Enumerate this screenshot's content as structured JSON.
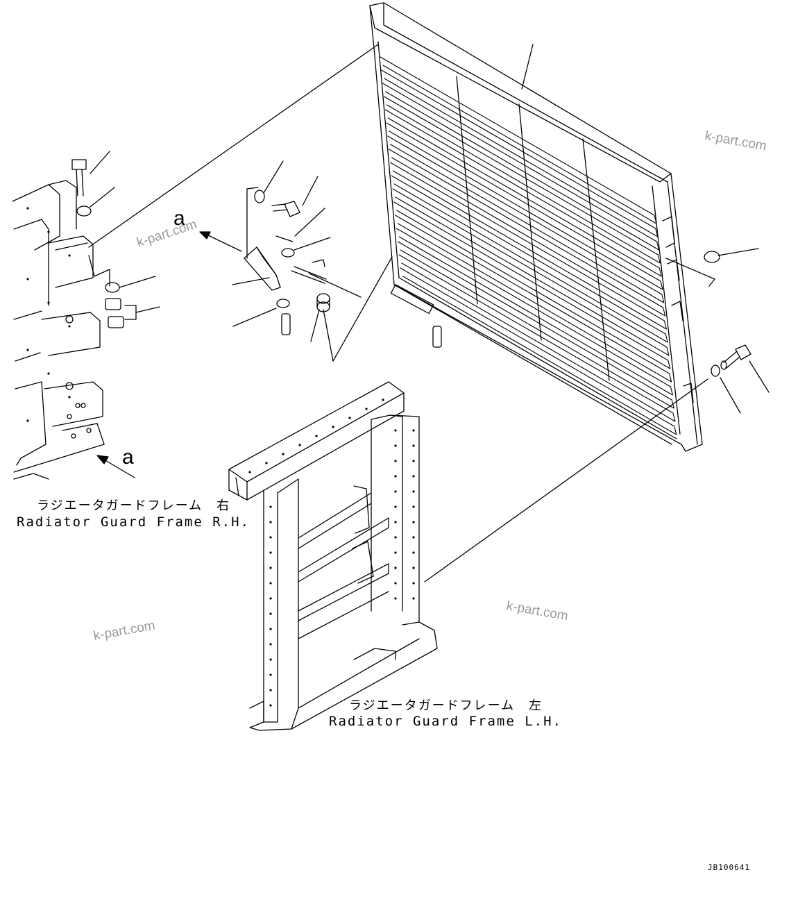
{
  "labels": {
    "rh_jp": "ラジエータガードフレーム　右",
    "rh_en": "Radiator Guard Frame R.H.",
    "lh_jp": "ラジエータガードフレーム　左",
    "lh_en": "Radiator Guard Frame L.H."
  },
  "callouts": {
    "a1": "a",
    "a2": "a"
  },
  "watermarks": [
    "k-part.com",
    "k-part.com",
    "k-part.com",
    "k-part.com"
  ],
  "doc_id": "JB100641"
}
